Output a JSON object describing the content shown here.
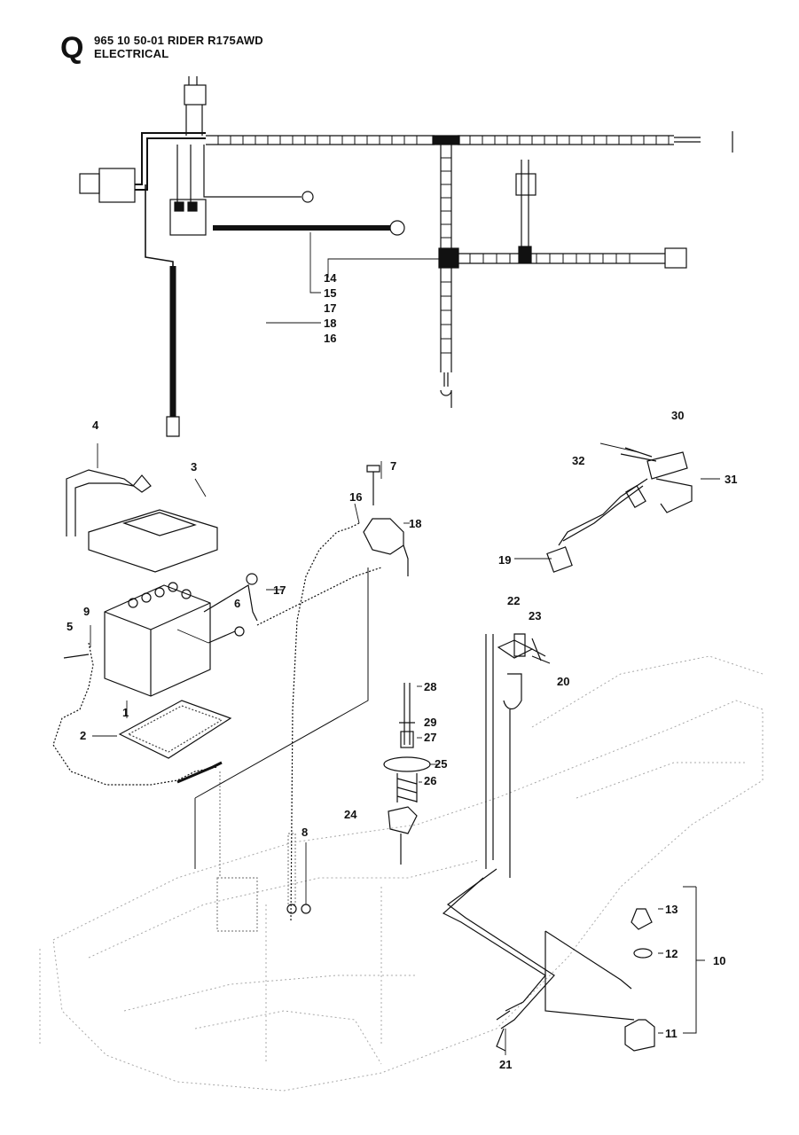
{
  "header": {
    "section_letter": "Q",
    "title_line1": "965 10 50-01 RIDER R175AWD",
    "title_line2": "ELECTRICAL"
  },
  "callouts": [
    {
      "id": "14",
      "text": "14"
    },
    {
      "id": "15",
      "text": "15"
    },
    {
      "id": "17a",
      "text": "17"
    },
    {
      "id": "18a",
      "text": "18"
    },
    {
      "id": "16a",
      "text": "16"
    },
    {
      "id": "30",
      "text": "30"
    },
    {
      "id": "32",
      "text": "32"
    },
    {
      "id": "31",
      "text": "31"
    },
    {
      "id": "19",
      "text": "19"
    },
    {
      "id": "4",
      "text": "4"
    },
    {
      "id": "3",
      "text": "3"
    },
    {
      "id": "7",
      "text": "7"
    },
    {
      "id": "16b",
      "text": "16"
    },
    {
      "id": "18b",
      "text": "18"
    },
    {
      "id": "17b",
      "text": "17"
    },
    {
      "id": "6",
      "text": "6"
    },
    {
      "id": "9",
      "text": "9"
    },
    {
      "id": "5",
      "text": "5"
    },
    {
      "id": "1",
      "text": "1"
    },
    {
      "id": "2",
      "text": "2"
    },
    {
      "id": "22",
      "text": "22"
    },
    {
      "id": "23",
      "text": "23"
    },
    {
      "id": "20",
      "text": "20"
    },
    {
      "id": "28",
      "text": "28"
    },
    {
      "id": "29",
      "text": "29"
    },
    {
      "id": "27",
      "text": "27"
    },
    {
      "id": "25",
      "text": "25"
    },
    {
      "id": "26",
      "text": "26"
    },
    {
      "id": "24",
      "text": "24"
    },
    {
      "id": "8",
      "text": "8"
    },
    {
      "id": "13",
      "text": "13"
    },
    {
      "id": "12",
      "text": "12"
    },
    {
      "id": "10",
      "text": "10"
    },
    {
      "id": "11",
      "text": "11"
    },
    {
      "id": "21",
      "text": "21"
    }
  ],
  "colors": {
    "line": "#111111",
    "ghost": "#9a9a9a"
  }
}
